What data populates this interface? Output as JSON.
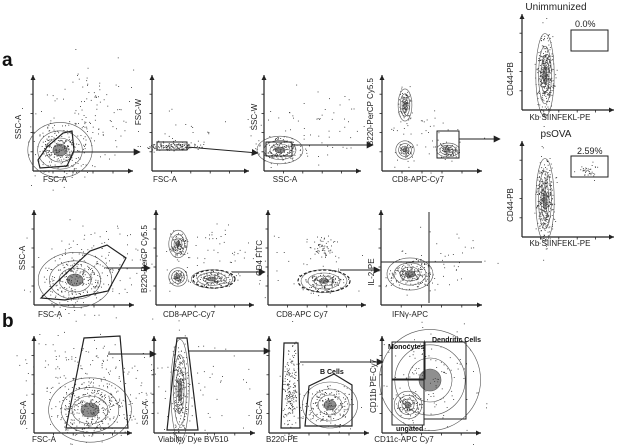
{
  "panels": {
    "a": "a",
    "b": "b"
  },
  "colors": {
    "axis": "#222222",
    "dot": "#333333",
    "contour": "#555555",
    "gate": "#222222",
    "background": "#ffffff"
  },
  "right": {
    "unimmunized": {
      "title": "Unimmunized",
      "pct": "0.0%",
      "ylabel": "CD44-PB",
      "xlabel": "Kb SIINFEKL-PE"
    },
    "psova": {
      "title": "psOVA",
      "pct": "2.59%",
      "ylabel": "CD44-PB",
      "xlabel": "Kb SIINFEKL-PE"
    }
  },
  "row1": [
    {
      "xlabel": "FSC-A",
      "ylabel": "SSC-A"
    },
    {
      "xlabel": "FSC-A",
      "ylabel": "FSC-W"
    },
    {
      "xlabel": "SSC-A",
      "ylabel": "SSC-W"
    },
    {
      "xlabel": "CD8-APC-Cy7",
      "ylabel": "B220-PerCP Cy5.5"
    }
  ],
  "row2": [
    {
      "xlabel": "FSC-A",
      "ylabel": "SSC-A"
    },
    {
      "xlabel": "CD8-APC-Cy7",
      "ylabel": "B220-PerCP Cy5.5"
    },
    {
      "xlabel": "CD8-APC Cy7",
      "ylabel": "CD4 FITC"
    },
    {
      "xlabel": "IFNγ-APC",
      "ylabel": "IL-2-PE"
    }
  ],
  "row3": [
    {
      "xlabel": "FSC-A",
      "ylabel": "SSC-A"
    },
    {
      "xlabel": "Viability Dye BV510",
      "ylabel": "SSC-A"
    },
    {
      "xlabel": "B220-PE",
      "ylabel": "SSC-A"
    },
    {
      "xlabel": "CD11c-APC Cy7",
      "ylabel": "CD11b PE-Cy7"
    }
  ],
  "gates": {
    "bcells": "B Cells",
    "monocytes": "Monocytes",
    "dendritic": "Dendritic Cells",
    "ungated": "ungated"
  }
}
